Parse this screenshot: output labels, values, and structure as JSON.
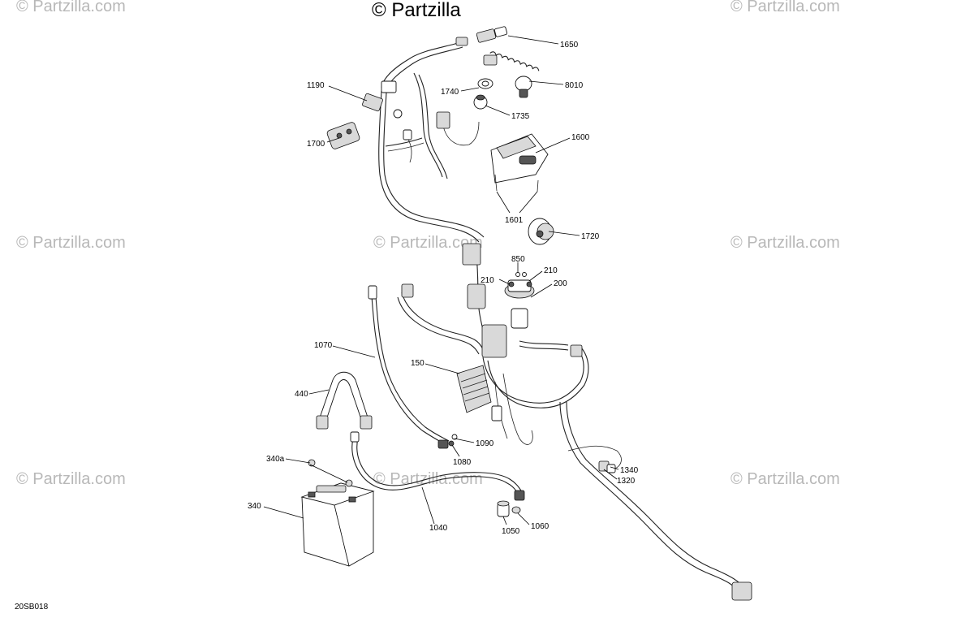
{
  "watermarks": {
    "top": "© Partzilla",
    "repeat": "© Partzilla.com"
  },
  "reference_code": "20SB018",
  "callouts": {
    "c1650": "1650",
    "c8010": "8010",
    "c1740": "1740",
    "c1735": "1735",
    "c1190": "1190",
    "c1700": "1700",
    "c1600": "1600",
    "c1601": "1601",
    "c1720": "1720",
    "c850": "850",
    "c210a": "210",
    "c210b": "210",
    "c200": "200",
    "c1070": "1070",
    "c150": "150",
    "c440": "440",
    "c1090": "1090",
    "c1080": "1080",
    "c340a": "340a",
    "c340": "340",
    "c1040": "1040",
    "c1050": "1050",
    "c1060": "1060",
    "c1340": "1340",
    "c1320": "1320"
  }
}
